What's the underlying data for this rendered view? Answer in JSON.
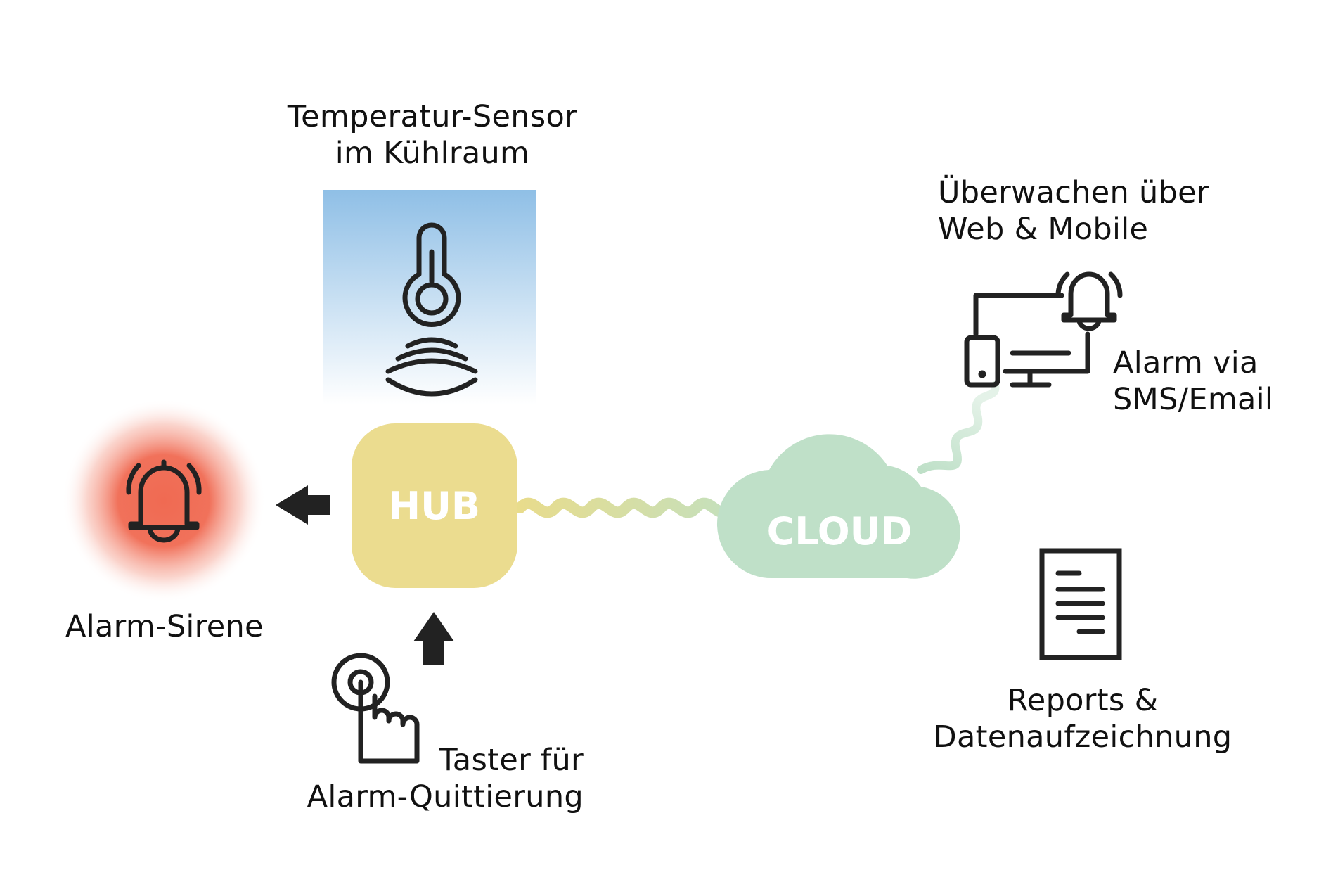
{
  "labels": {
    "sensor": [
      "Temperatur-Sensor",
      "im Kühlraum"
    ],
    "monitor": [
      "Überwachen über",
      "Web & Mobile"
    ],
    "alarm_notify": [
      "Alarm via",
      "SMS/Email"
    ],
    "siren": "Alarm-Sirene",
    "button": [
      "Taster für",
      "Alarm-Quittierung"
    ],
    "reports": [
      "Reports &",
      "Datenaufzeichnung"
    ]
  },
  "nodes": {
    "hub": "HUB",
    "cloud": "CLOUD"
  },
  "colors": {
    "hub_fill": "#ebdc8f",
    "cloud_fill": "#bfe0c8",
    "siren_glow": "#f06a52",
    "sensor_bg_top": "#8fbfe6",
    "icon_stroke": "#222222"
  },
  "icons": [
    "thermometer-icon",
    "signal-waves-icon",
    "bell-icon",
    "push-button-icon",
    "devices-icon",
    "document-icon"
  ]
}
